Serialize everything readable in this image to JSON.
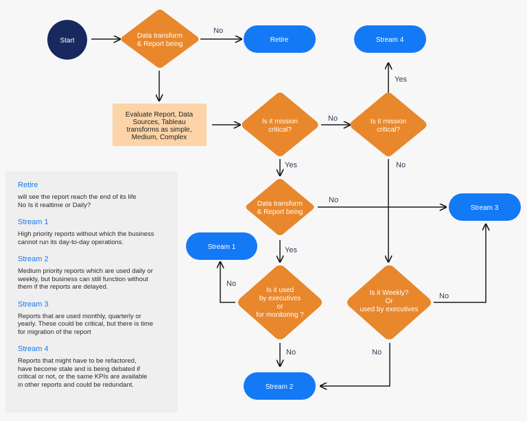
{
  "nodes": {
    "start": "Start",
    "decision_report_being_top": [
      "Data transform",
      "& Report being"
    ],
    "retire": "Retire",
    "stream4_top": "Stream 4",
    "evaluate": [
      "Evaluate Report, Data",
      "Sources, Tableau",
      "transforms as simple,",
      "Medium, Complex"
    ],
    "mission_critical_left": [
      "Is it mission",
      "critical?"
    ],
    "mission_critical_right": [
      "Is it mission",
      "critical?"
    ],
    "decision_report_being_mid": [
      "Data transform",
      "& Report being"
    ],
    "stream3": "Stream 3",
    "stream1": "Stream 1",
    "used_by_executives": [
      "Is it used",
      "by executives",
      "or",
      "for monitoring ?"
    ],
    "weekly_or_executives": [
      "Is it Weekly?",
      "Or",
      "used by executives"
    ],
    "stream2": "Stream 2"
  },
  "edge_labels": {
    "start_decision_to_retire": "No",
    "right_mission_to_stream4": "Yes",
    "left_mission_to_right_mission": "No",
    "left_mission_down": "Yes",
    "right_mission_down": "No",
    "mid_decision_to_stream3": "No",
    "mid_decision_down": "Yes",
    "executives_to_stream1": "No",
    "executives_to_stream2": "No",
    "weekly_to_stream3": "No",
    "weekly_to_stream2": "No"
  },
  "legend": [
    {
      "title": "Retire",
      "desc": [
        "will see the report reach the end of its life",
        "No Is it realtime or Daily?"
      ]
    },
    {
      "title": "Stream 1",
      "desc": [
        "High priority reports without which the business",
        "cannot run its day-to-day operations."
      ]
    },
    {
      "title": "Stream 2",
      "desc": [
        "Medium priority reports which are used daily or",
        "weekly, but business can still function without",
        "them if the reports are delayed."
      ]
    },
    {
      "title": "Stream 3",
      "desc": [
        "Reports that are used monthly, quarterly or",
        "yearly. These could be critical, but there is time",
        "for migration of the report"
      ]
    },
    {
      "title": "Stream 4",
      "desc": [
        "Reports that might have to be refactored,",
        "have become stale and is being debated if",
        "critical or not, or the same KPIs are available",
        "in other reports and could be redundant."
      ]
    }
  ],
  "colors": {
    "decision": "#e8872b",
    "stream": "#1479f5",
    "start": "#17295e",
    "evaluate_box": "#fcd4a8",
    "legend_title": "#1479f5"
  }
}
